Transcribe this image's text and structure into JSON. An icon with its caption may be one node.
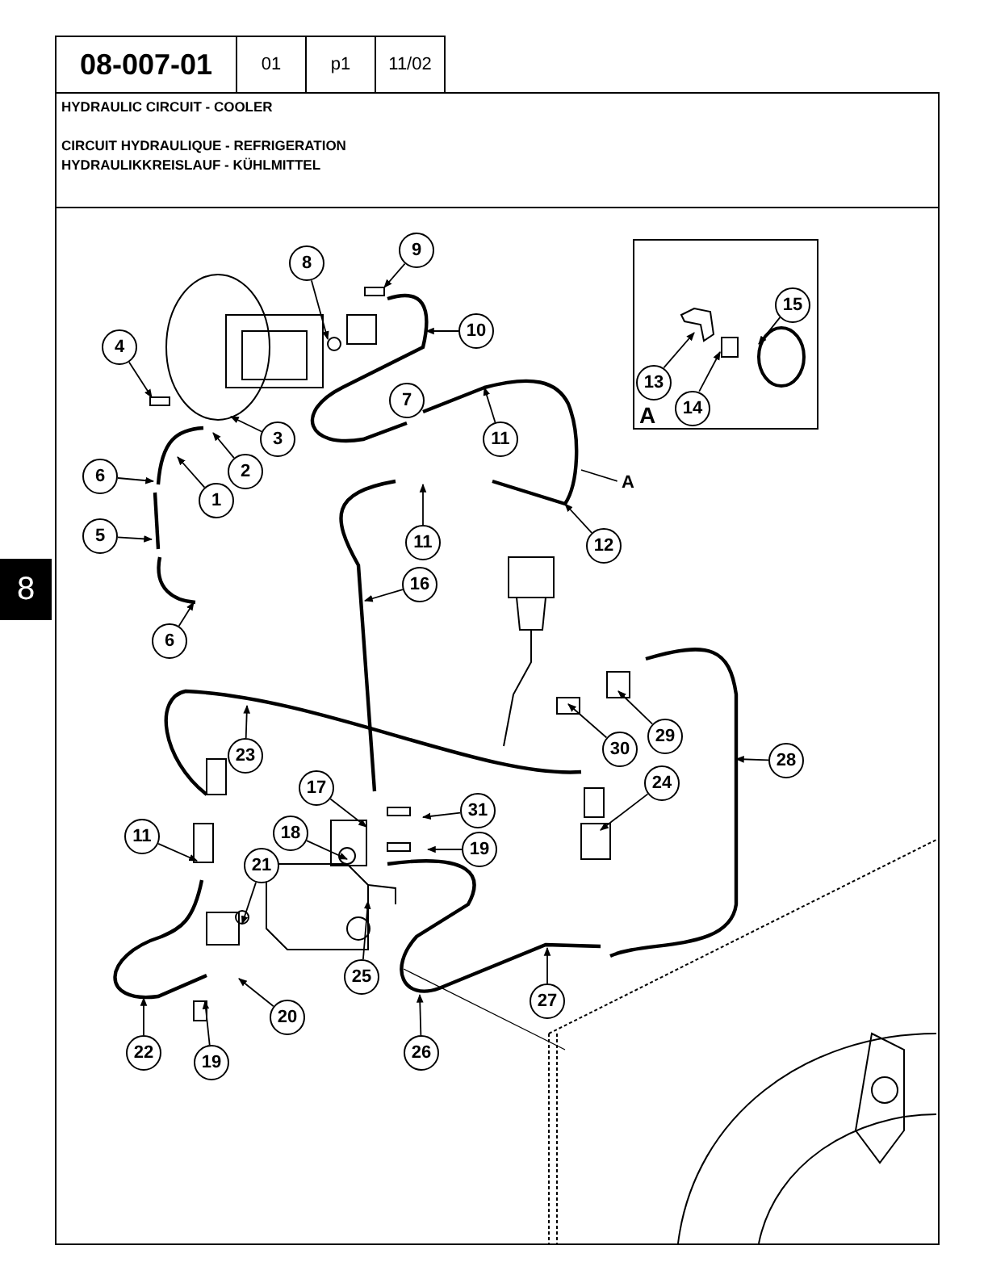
{
  "diagram": {
    "title": "HYDRAULIC CIRCUIT - COOLER",
    "nodes": [
      {
        "text": [
          "A"
        ]
      },
      {
        "text": [
          "8"
        ]
      },
      {
        "text": [
          "9"
        ]
      },
      {
        "text": [
          "10"
        ]
      },
      {
        "text": [
          "7"
        ]
      },
      {
        "text": [
          "4"
        ]
      },
      {
        "text": [
          "3"
        ]
      },
      {
        "text": [
          "2"
        ]
      },
      {
        "text": [
          "1"
        ]
      },
      {
        "text": [
          "6"
        ]
      },
      {
        "text": [
          "5"
        ]
      },
      {
        "text": [
          "6"
        ]
      },
      {
        "text": [
          "11"
        ]
      },
      {
        "text": [
          "11"
        ]
      },
      {
        "text": [
          "A"
        ]
      },
      {
        "text": [
          "12"
        ]
      },
      {
        "text": [
          "16"
        ]
      },
      {
        "text": [
          "13"
        ],
        "in": 0
      },
      {
        "text": [
          "14"
        ],
        "in": 0
      },
      {
        "text": [
          "15"
        ],
        "in": 0
      },
      {
        "text": [
          "23"
        ]
      },
      {
        "text": [
          "29"
        ]
      },
      {
        "text": [
          "30"
        ]
      },
      {
        "text": [
          "24"
        ]
      },
      {
        "text": [
          "28"
        ]
      },
      {
        "text": [
          "17"
        ]
      },
      {
        "text": [
          "31"
        ]
      },
      {
        "text": [
          "18"
        ]
      },
      {
        "text": [
          "19"
        ]
      },
      {
        "text": [
          "11"
        ]
      },
      {
        "text": [
          "21"
        ]
      },
      {
        "text": [
          "20"
        ]
      },
      {
        "text": [
          "25"
        ]
      },
      {
        "text": [
          "22"
        ]
      },
      {
        "text": [
          "19"
        ]
      },
      {
        "text": [
          "26"
        ]
      },
      {
        "text": [
          "27"
        ]
      }
    ],
    "edges": [
      {
        "from": 1,
        "to": null,
        "arrow": "to"
      },
      {
        "from": 2,
        "to": null,
        "arrow": "to"
      },
      {
        "from": 3,
        "to": null,
        "arrow": "to"
      },
      {
        "from": 5,
        "to": null,
        "arrow": "to"
      },
      {
        "from": 6,
        "to": null,
        "arrow": "to"
      },
      {
        "from": 7,
        "to": null,
        "arrow": "to"
      },
      {
        "from": 8,
        "to": null,
        "arrow": "to"
      },
      {
        "from": 9,
        "to": null,
        "arrow": "to"
      },
      {
        "from": 10,
        "to": null,
        "arrow": "to"
      },
      {
        "from": 11,
        "to": null,
        "arrow": "to"
      },
      {
        "from": 12,
        "to": null,
        "arrow": "to"
      },
      {
        "from": 13,
        "to": null,
        "arrow": "to"
      },
      {
        "from": 14,
        "to": null,
        "arrow": "none"
      },
      {
        "from": 15,
        "to": null,
        "arrow": "to"
      },
      {
        "from": 16,
        "to": null,
        "arrow": "to"
      },
      {
        "from": 17,
        "to": null,
        "arrow": "to"
      },
      {
        "from": 18,
        "to": null,
        "arrow": "to"
      },
      {
        "from": 19,
        "to": null,
        "arrow": "to"
      },
      {
        "from": 20,
        "to": null,
        "arrow": "to"
      },
      {
        "from": 21,
        "to": null,
        "arrow": "to"
      },
      {
        "from": 22,
        "to": null,
        "arrow": "to"
      },
      {
        "from": 23,
        "to": null,
        "arrow": "to"
      },
      {
        "from": 24,
        "to": null,
        "arrow": "to"
      },
      {
        "from": 25,
        "to": null,
        "arrow": "to"
      },
      {
        "from": 26,
        "to": null,
        "arrow": "to"
      },
      {
        "from": 27,
        "to": null,
        "arrow": "to"
      },
      {
        "from": 28,
        "to": null,
        "arrow": "to"
      },
      {
        "from": 29,
        "to": null,
        "arrow": "to"
      },
      {
        "from": 30,
        "to": null,
        "arrow": "to"
      },
      {
        "from": 31,
        "to": null,
        "arrow": "to"
      },
      {
        "from": 32,
        "to": null,
        "arrow": "to"
      },
      {
        "from": 33,
        "to": null,
        "arrow": "to"
      },
      {
        "from": 34,
        "to": null,
        "arrow": "to"
      },
      {
        "from": 35,
        "to": null,
        "arrow": "to"
      },
      {
        "from": 36,
        "to": null,
        "arrow": "to"
      }
    ],
    "labels": [
      "08-007-01",
      "01",
      "p1",
      "11/02",
      "CIRCUIT HYDRAULIQUE - REFRIGERATION",
      "HYDRAULIKKREISLAUF - KÜHLMITTEL",
      "8"
    ]
  }
}
